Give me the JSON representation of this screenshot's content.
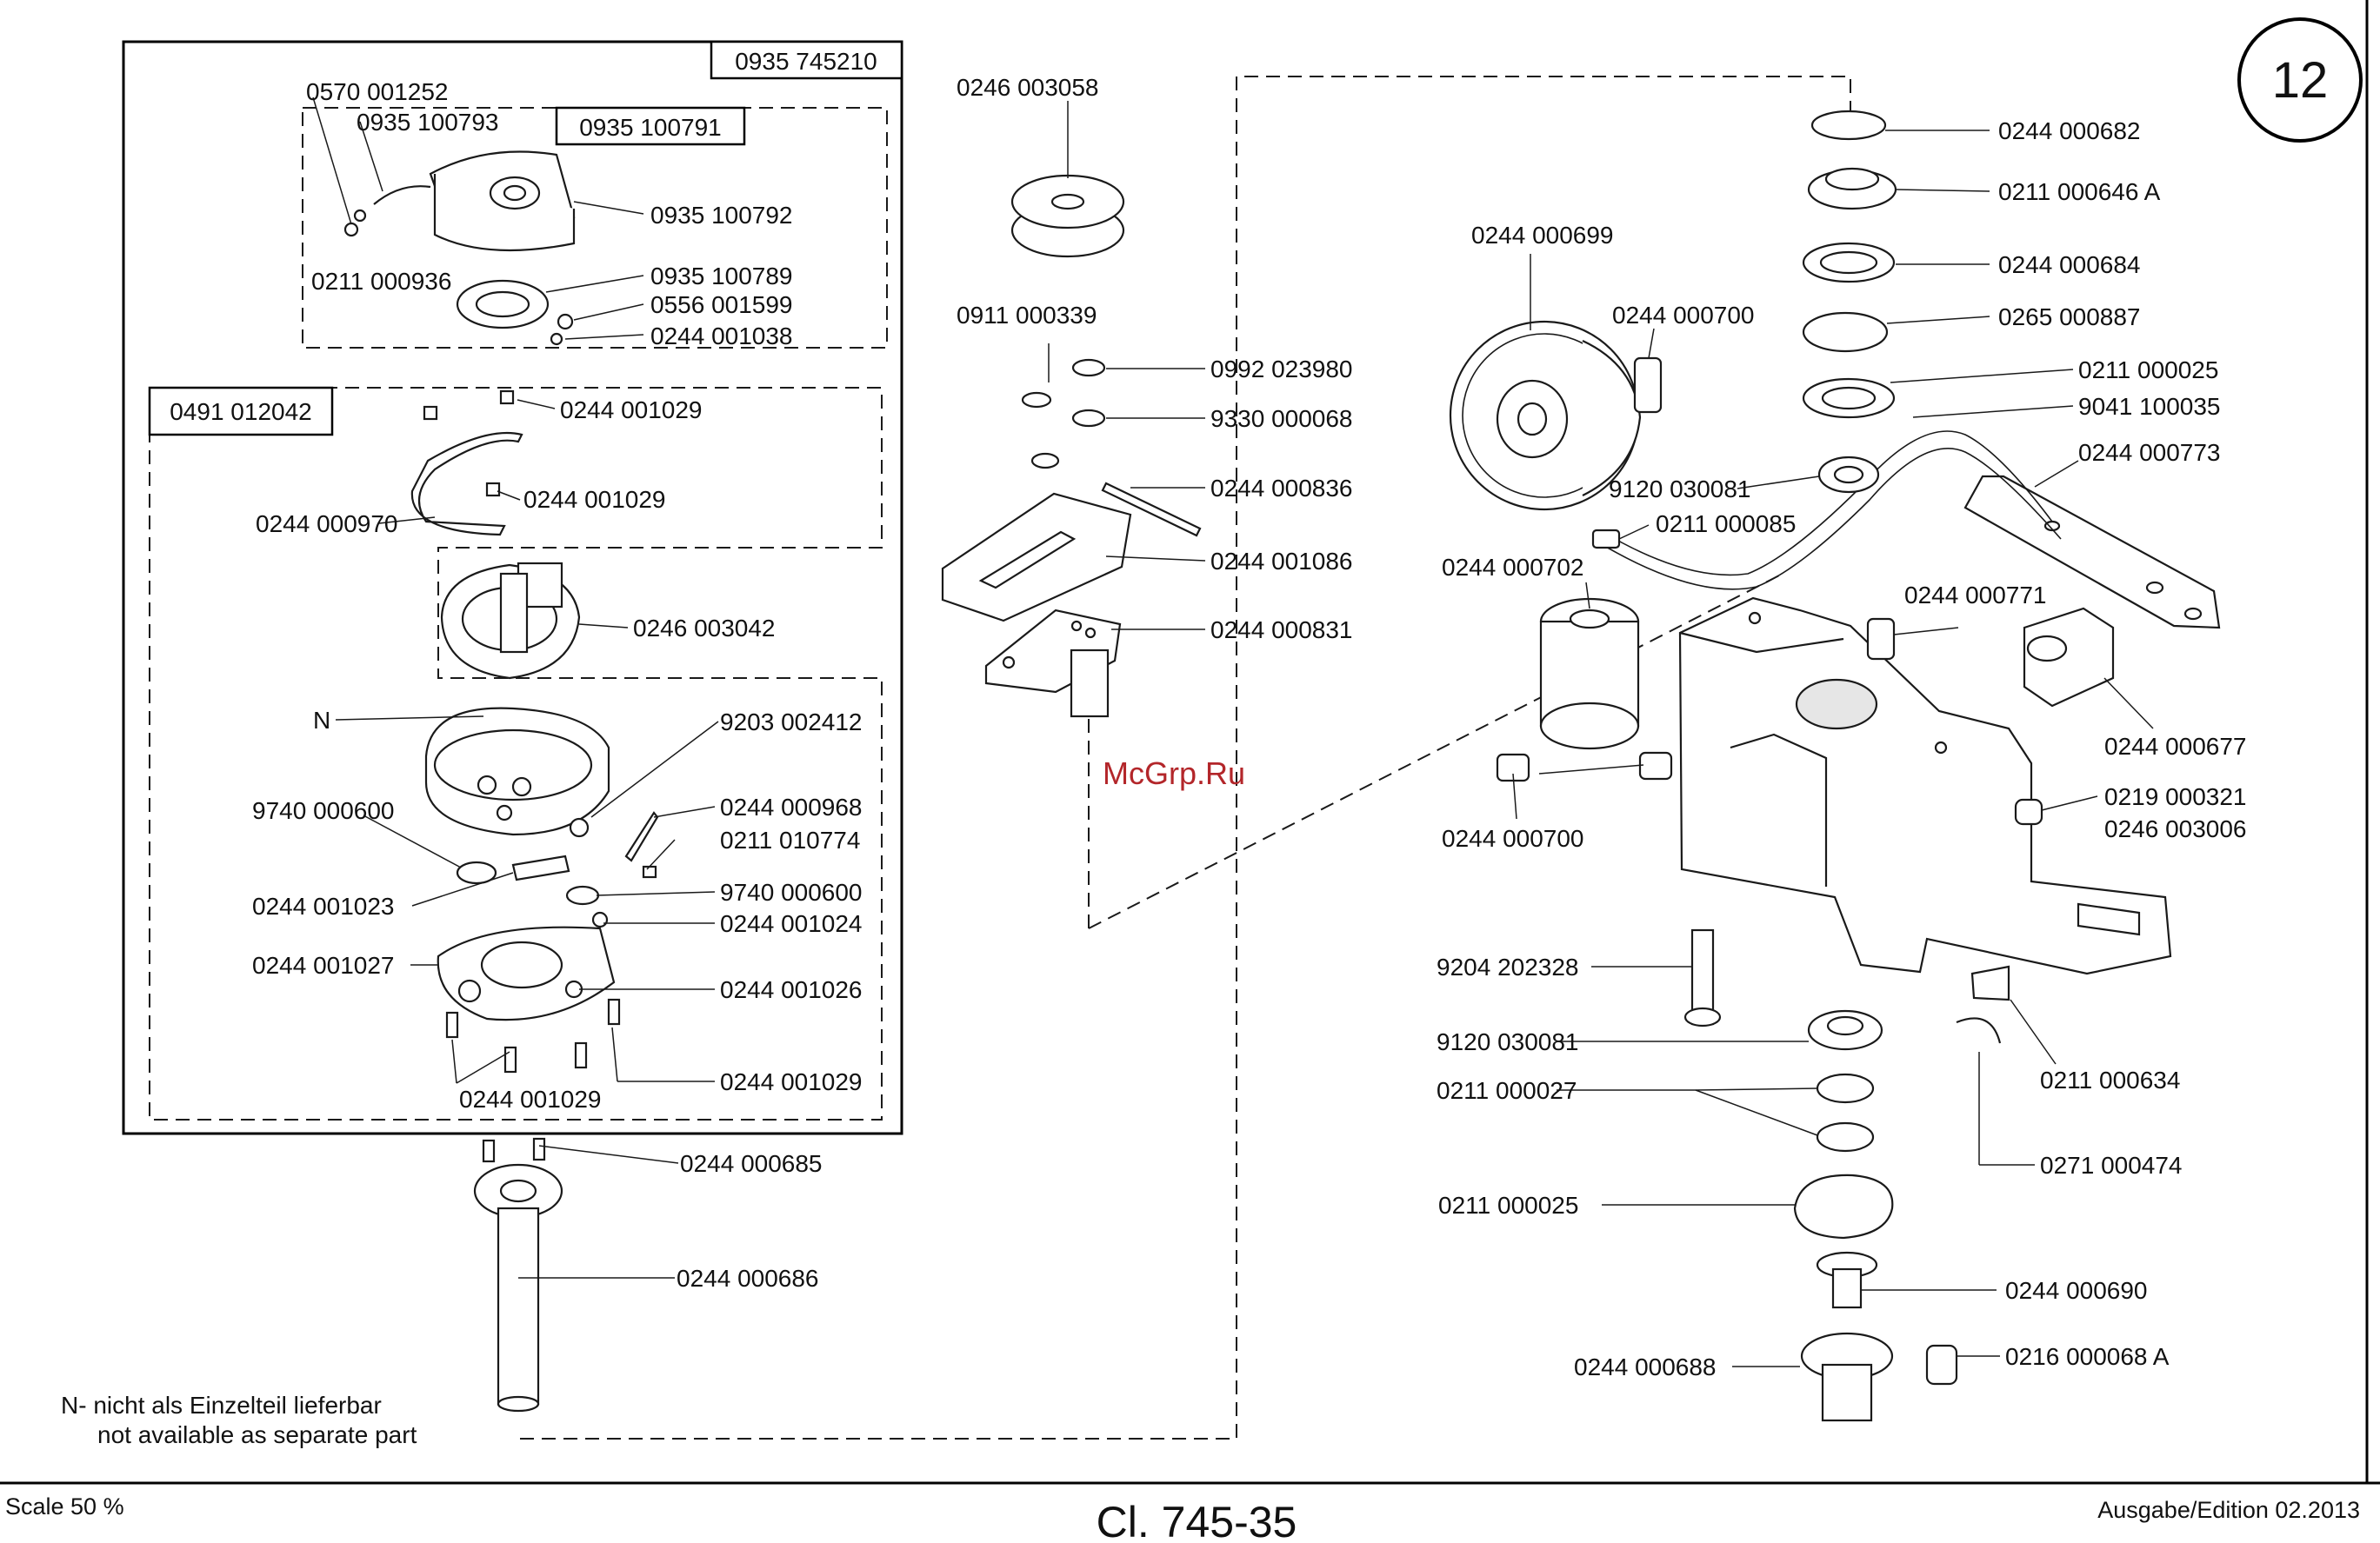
{
  "page": {
    "number": "12",
    "title": "Cl. 745-35",
    "scale": "Scale 50 %",
    "edition": "Ausgabe/Edition 02.2013",
    "watermark": "McGrp.Ru"
  },
  "note": {
    "line1": "N- nicht als Einzelteil lieferbar",
    "line2": "not available as separate part"
  },
  "assemblies": {
    "hook_assembly": "0935 745210",
    "bobbin_case": "0935 100791",
    "hook_kit": "0491 012042"
  },
  "labels": {
    "p0570_001252": "0570 001252",
    "p0935_100793": "0935 100793",
    "p0935_100792": "0935 100792",
    "p0211_000936": "0211 000936",
    "p0935_100789": "0935 100789",
    "p0556_001599": "0556 001599",
    "p0244_001038": "0244 001038",
    "p0244_001029_a": "0244 001029",
    "p0244_001029_b": "0244 001029",
    "p0244_000970": "0244 000970",
    "p0246_003042": "0246 003042",
    "pN": "N",
    "p9203_002412": "9203 002412",
    "p9740_000600_a": "9740 000600",
    "p0244_000968": "0244 000968",
    "p0211_010774": "0211 010774",
    "p0244_001023": "0244 001023",
    "p9740_000600_b": "9740 000600",
    "p0244_001024": "0244 001024",
    "p0244_001027": "0244 001027",
    "p0244_001026": "0244 001026",
    "p0244_001029_c": "0244 001029",
    "p0244_001029_d": "0244 001029",
    "p0244_000685": "0244 000685",
    "p0244_000686": "0244 000686",
    "p0246_003058": "0246 003058",
    "p0911_000339": "0911 000339",
    "p0992_023980": "0992 023980",
    "p9330_000068": "9330 000068",
    "p0244_000836": "0244 000836",
    "p0244_001086": "0244 001086",
    "p0244_000831": "0244 000831",
    "p0244_000682": "0244 000682",
    "p0211_000646A": "0211 000646 A",
    "p0244_000684": "0244 000684",
    "p0265_000887": "0265 000887",
    "p0211_000025_a": "0211 000025",
    "p9041_100035": "9041 100035",
    "p0244_000773": "0244 000773",
    "p0244_000699": "0244 000699",
    "p0244_000700_a": "0244 000700",
    "p9120_030081_a": "9120 030081",
    "p0211_000085": "0211 000085",
    "p0244_000702": "0244 000702",
    "p0244_000771": "0244 000771",
    "p0244_000677": "0244 000677",
    "p0244_000700_b": "0244 000700",
    "p0219_000321": "0219 000321",
    "p0246_003006": "0246 003006",
    "p9204_202328": "9204 202328",
    "p9120_030081_b": "9120 030081",
    "p0211_000027": "0211 000027",
    "p0211_000634": "0211 000634",
    "p0211_000025_b": "0211 000025",
    "p0271_000474": "0271 000474",
    "p0244_000690": "0244 000690",
    "p0244_000688": "0244 000688",
    "p0216_000068A": "0216 000068 A"
  }
}
